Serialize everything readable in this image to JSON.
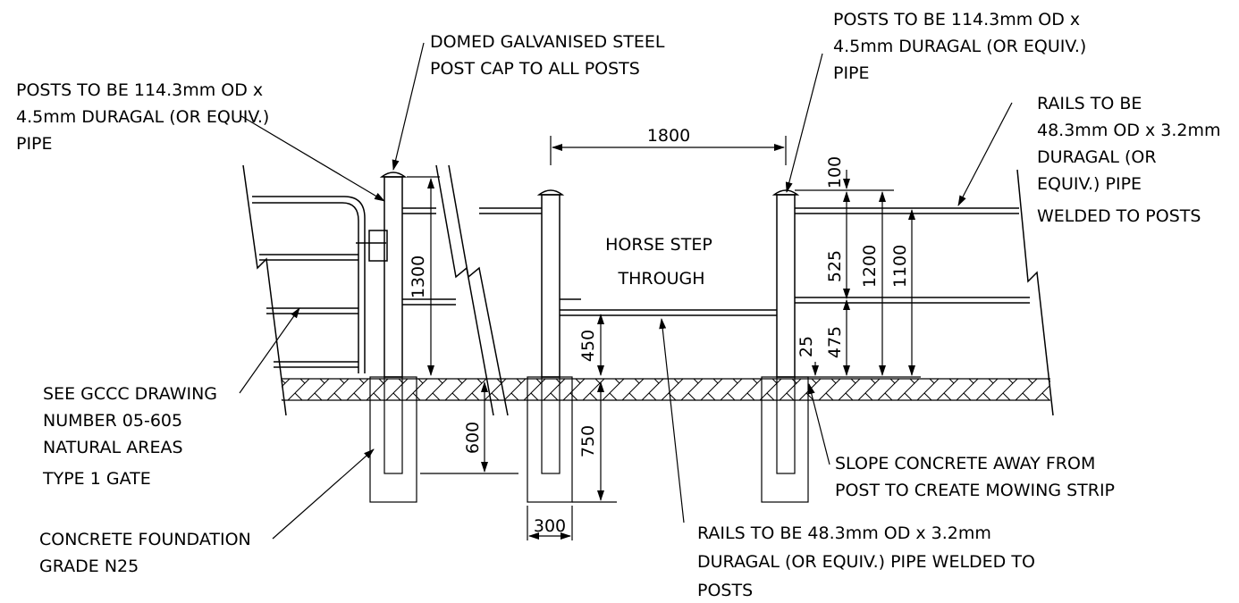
{
  "labels": {
    "post_spec_left": [
      "POSTS TO BE 114.3mm OD x",
      "4.5mm DURAGAL (OR EQUIV.)",
      "PIPE"
    ],
    "post_cap": [
      "DOMED GALVANISED STEEL",
      "POST CAP TO ALL POSTS"
    ],
    "post_spec_right": [
      "POSTS TO BE 114.3mm OD x",
      "4.5mm DURAGAL (OR EQUIV.)",
      "PIPE"
    ],
    "rails_right": [
      "RAILS TO BE",
      "48.3mm OD x 3.2mm",
      "DURAGAL (OR",
      "EQUIV.) PIPE",
      "WELDED TO POSTS"
    ],
    "gate_ref": [
      "SEE GCCC DRAWING",
      "NUMBER 05-605",
      "NATURAL AREAS",
      "TYPE 1 GATE"
    ],
    "foundation": [
      "CONCRETE FOUNDATION",
      "GRADE N25"
    ],
    "horse_step": [
      "HORSE STEP",
      "THROUGH"
    ],
    "slope": [
      "SLOPE CONCRETE AWAY FROM",
      "POST TO CREATE MOWING STRIP"
    ],
    "rails_bottom": [
      "RAILS TO BE 48.3mm OD x 3.2mm",
      "DURAGAL (OR EQUIV.) PIPE  WELDED TO",
      "POSTS"
    ]
  },
  "dimensions": {
    "opening_width": "1800",
    "post_height_left": "1300",
    "footing_depth_left": "600",
    "footing_depth_mid": "750",
    "footing_width": "300",
    "lower_rail_height": "450",
    "cap_offset": "100",
    "rail_spacing": "525",
    "post_height_right": "1200",
    "top_rail_height": "1100",
    "concrete_top": "25",
    "mid_rail_height": "475"
  }
}
